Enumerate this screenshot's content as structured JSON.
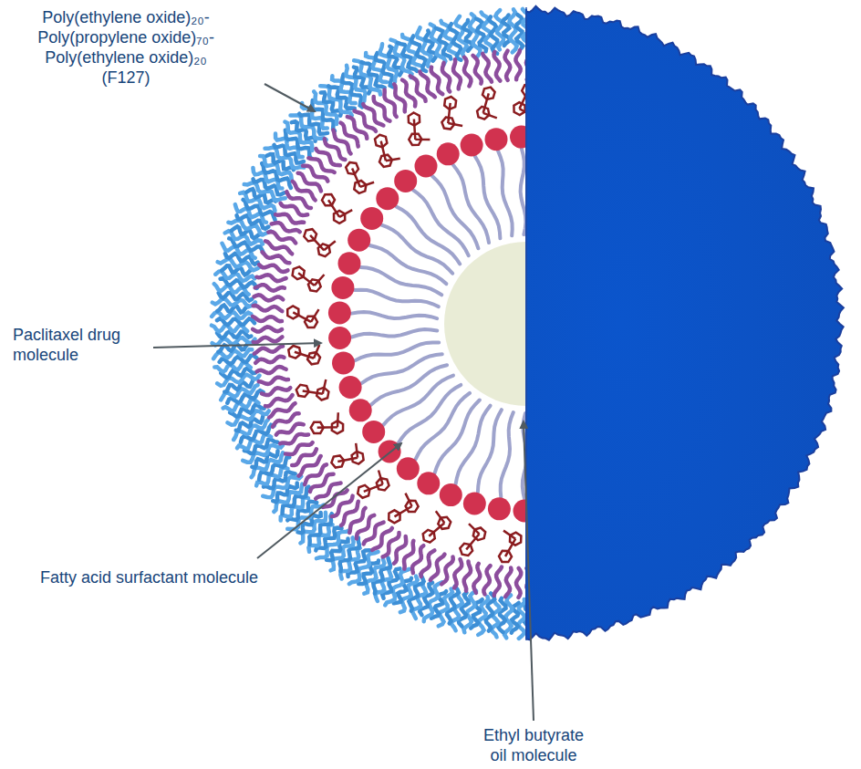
{
  "diagram": {
    "labels": [
      "Poly(ethylene oxide)₂₀- Poly(propylene oxide)₇₀- Poly(ethylene oxide)₂₀ (F127)",
      "Paclitaxel drug molecule",
      "Fatty acid surfactant molecule",
      "Ethyl butyrate oil molecule"
    ]
  }
}
